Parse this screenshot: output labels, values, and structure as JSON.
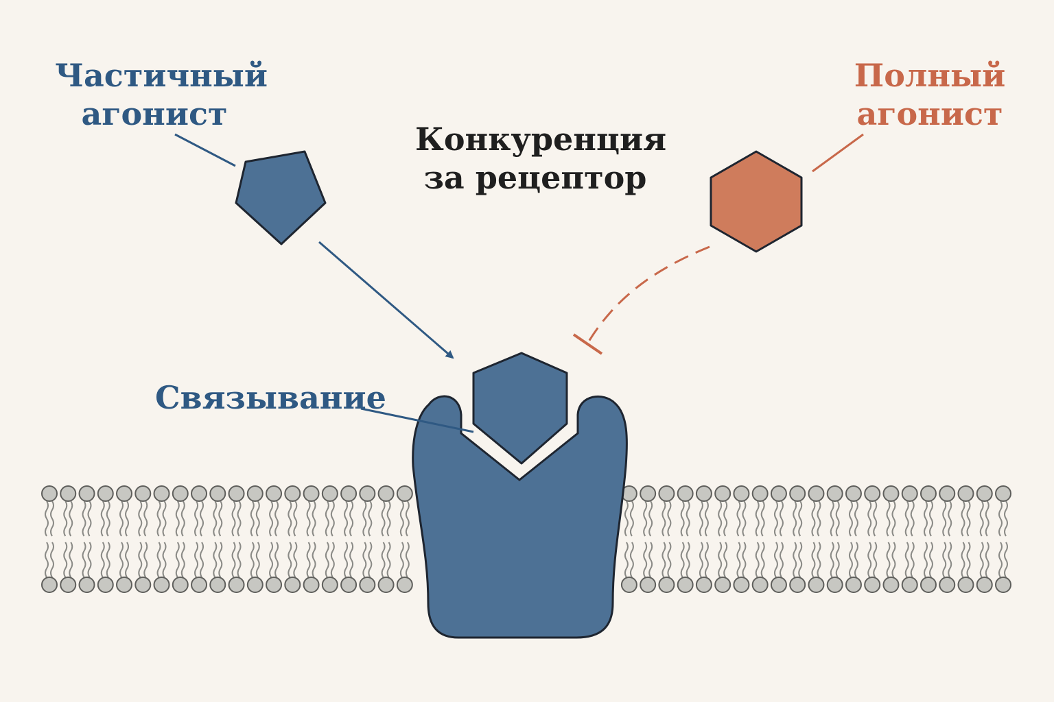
{
  "labels": {
    "partial_agonist": [
      "Частичный",
      "агонист"
    ],
    "full_agonist": [
      "Полный",
      "агонист"
    ],
    "competition": [
      "Конкуренция",
      "за рецептор"
    ],
    "binding": "Связывание"
  },
  "colors": {
    "background": "#f8f4ee",
    "partial_agonist": "#4d7195",
    "partial_label": "#2f5983",
    "full_agonist": "#cf7c5c",
    "full_label": "#c8684a",
    "receptor": "#4d7195",
    "outline": "#1e2530",
    "membrane_head": "#c7c7c2",
    "membrane_tail": "#8a8a86"
  },
  "membrane": {
    "head_count_per_leaflet": 52
  }
}
